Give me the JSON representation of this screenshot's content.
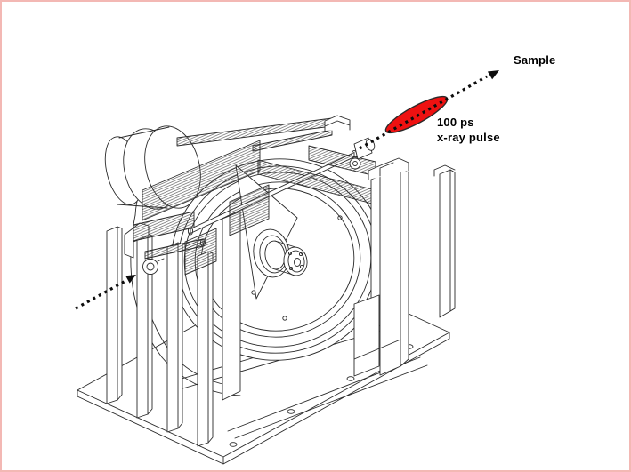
{
  "figure": {
    "type": "technical-illustration",
    "labels": {
      "sample": "Sample",
      "pulse_line1": "100 ps",
      "pulse_line2": "x-ray pulse"
    },
    "colors": {
      "background": "#ffffff",
      "frame_border": "#f3b8b4",
      "drawing_line": "#2a2a2a",
      "hatch_line": "#3a3a3a",
      "beam": "#0d0d0d",
      "pulse_fill": "#ee1111",
      "pulse_outline": "#000000"
    },
    "icons": {
      "incoming_beam": "dotted-arrow",
      "outgoing_beam": "dotted-arrow",
      "pulse": "red-ellipse"
    }
  }
}
